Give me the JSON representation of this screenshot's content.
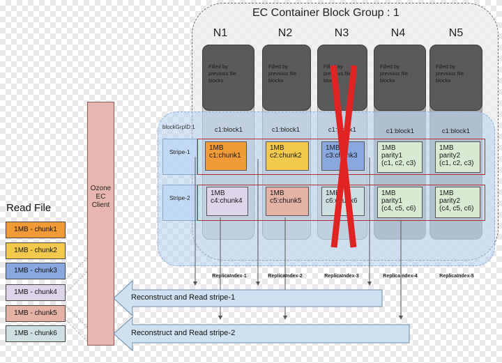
{
  "group": {
    "title": "EC Container Block Group : 1",
    "block_group_id": "blockGrpID:1"
  },
  "nodes": [
    {
      "name": "N1",
      "top_text": [
        "Filled by",
        "previous file",
        "blocks"
      ],
      "block": "c1:block1",
      "replica": "ReplicaIndex-1"
    },
    {
      "name": "N2",
      "top_text": [
        "Filled by",
        "previous file",
        "blocks"
      ],
      "block": "c1:block1",
      "replica": "ReplicaIndex-2"
    },
    {
      "name": "N3",
      "top_text": [
        "Filled by",
        "previous file",
        "blocks"
      ],
      "block": "c1:block1",
      "replica": "ReplicaIndex-3"
    },
    {
      "name": "N4",
      "top_text": [
        "Filled by",
        "previous file",
        "blocks"
      ],
      "block": "c1:block1",
      "replica": "ReplicaIndex-4"
    },
    {
      "name": "N5",
      "top_text": [
        "Filled by",
        "previous file",
        "blocks"
      ],
      "block": "c1:block1",
      "replica": "ReplicaIndex-5"
    }
  ],
  "stripes": [
    "Stripe-1",
    "Stripe-2"
  ],
  "chunks": {
    "stripe1": [
      {
        "line1": "1MB",
        "line2": "c1:chunk1",
        "line3": "",
        "color": "#f19a38"
      },
      {
        "line1": "1MB",
        "line2": "c2:chunk2",
        "line3": "",
        "color": "#f2c94c"
      },
      {
        "line1": "1MB",
        "line2": "c3:chunk3",
        "line3": "",
        "color": "#8aa8e0"
      },
      {
        "line1": "1MB",
        "line2": "parity1",
        "line3": "(c1, c2, c3)",
        "color": "#d8ead2"
      },
      {
        "line1": "1MB",
        "line2": "parity2",
        "line3": "(c1, c2, c3)",
        "color": "#d8ead2"
      }
    ],
    "stripe2": [
      {
        "line1": "1MB",
        "line2": "c4:chunk4",
        "line3": "",
        "color": "#ddd5ea"
      },
      {
        "line1": "1MB",
        "line2": "c5:chunk5",
        "line3": "",
        "color": "#e5b3a6"
      },
      {
        "line1": "1MB",
        "line2": "c6:chunk6",
        "line3": "",
        "color": "#cfe0e3"
      },
      {
        "line1": "1MB",
        "line2": "parity1",
        "line3": "(c4, c5, c6)",
        "color": "#d8ead2"
      },
      {
        "line1": "1MB",
        "line2": "parity2",
        "line3": "(c4, c5, c6)",
        "color": "#d8ead2"
      }
    ]
  },
  "client": {
    "lines": [
      "Ozone",
      "EC",
      "Client"
    ]
  },
  "read_file": {
    "title": "Read File",
    "items": [
      {
        "label": "1MB - chunk1",
        "color": "#f19a38"
      },
      {
        "label": "1MB - chunk2",
        "color": "#f2c94c"
      },
      {
        "label": "1MB - chunk3",
        "color": "#8aa8e0"
      },
      {
        "label": "1MB - chunk4",
        "color": "#ddd5ea"
      },
      {
        "label": "1MB - chunk5",
        "color": "#e5b3a6"
      },
      {
        "label": "1MB - chunk6",
        "color": "#cfe0e3"
      }
    ]
  },
  "arrows": {
    "stripe1": "Reconstruct and Read stripe-1",
    "stripe2": "Reconstruct and Read stripe-2",
    "color": "#cfe0f0"
  },
  "colors": {
    "failure": "#e02424"
  }
}
